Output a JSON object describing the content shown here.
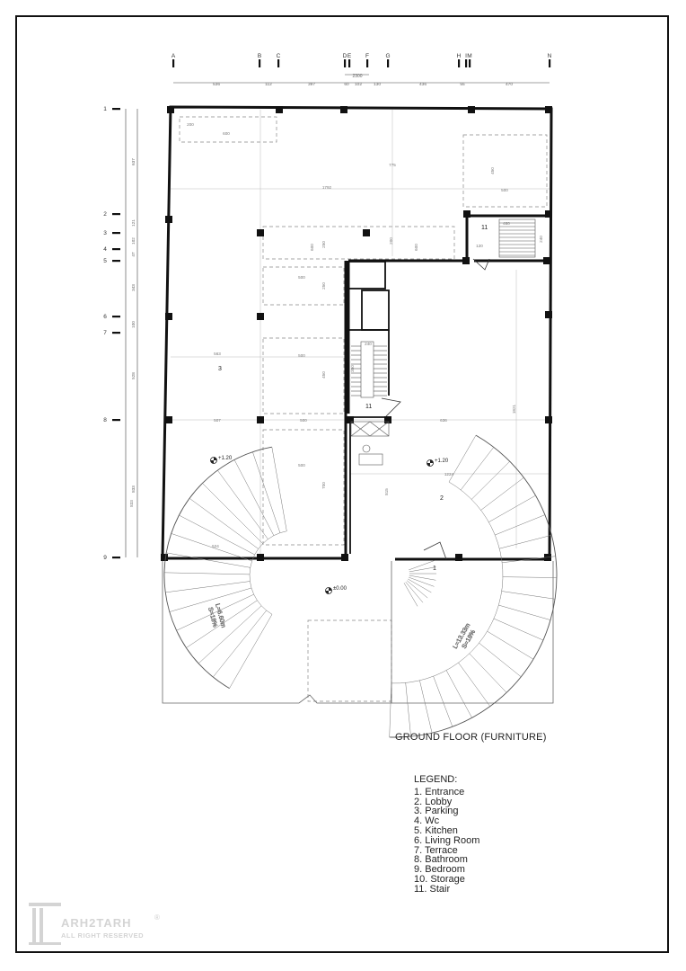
{
  "drawing": {
    "title": "GROUND FLOOR (FURNITURE)",
    "grid_columns": [
      "A",
      "B",
      "C",
      "D",
      "E",
      "F",
      "G",
      "H",
      "I",
      "M",
      "N"
    ],
    "grid_rows": [
      "1",
      "2",
      "3",
      "4",
      "5",
      "6",
      "7",
      "8",
      "9"
    ],
    "top_dimensions": [
      "536",
      "112",
      "397",
      "60",
      "102",
      "130",
      "436",
      "55",
      "470"
    ],
    "top_overall_dimension": "2300",
    "side_dimensions": [
      "637",
      "121",
      "102",
      "47",
      "343",
      "100",
      "528",
      "833"
    ],
    "room_numbers": [
      "1",
      "2",
      "3",
      "11",
      "11"
    ],
    "levels": [
      "+1.20",
      "+1.20",
      "±0.00"
    ],
    "ramp_left": {
      "length": "L=6.60m",
      "slope": "S=18%"
    },
    "ramp_right": {
      "length": "L=13.33m",
      "slope": "S=18%"
    },
    "interior_dimensions": [
      "600",
      "200",
      "1792",
      "775",
      "450",
      "500",
      "480",
      "600",
      "250",
      "200",
      "600",
      "120",
      "240",
      "500",
      "250",
      "563",
      "500",
      "450",
      "240",
      "350",
      "507",
      "500",
      "636",
      "1224",
      "1821",
      "500",
      "700",
      "833",
      "524",
      "815"
    ]
  },
  "legend": {
    "heading": "LEGEND:",
    "items": [
      "1. Entrance",
      "2. Lobby",
      "3. Parking",
      "4. Wc",
      "5. Kitchen",
      "6. Living Room",
      "7. Terrace",
      "8. Bathroom",
      "9. Bedroom",
      "10. Storage",
      "11. Stair"
    ]
  },
  "watermark": {
    "brand": "ARH2TARH",
    "tagline": "ALL RIGHT RESERVED",
    "symbol": "®"
  }
}
